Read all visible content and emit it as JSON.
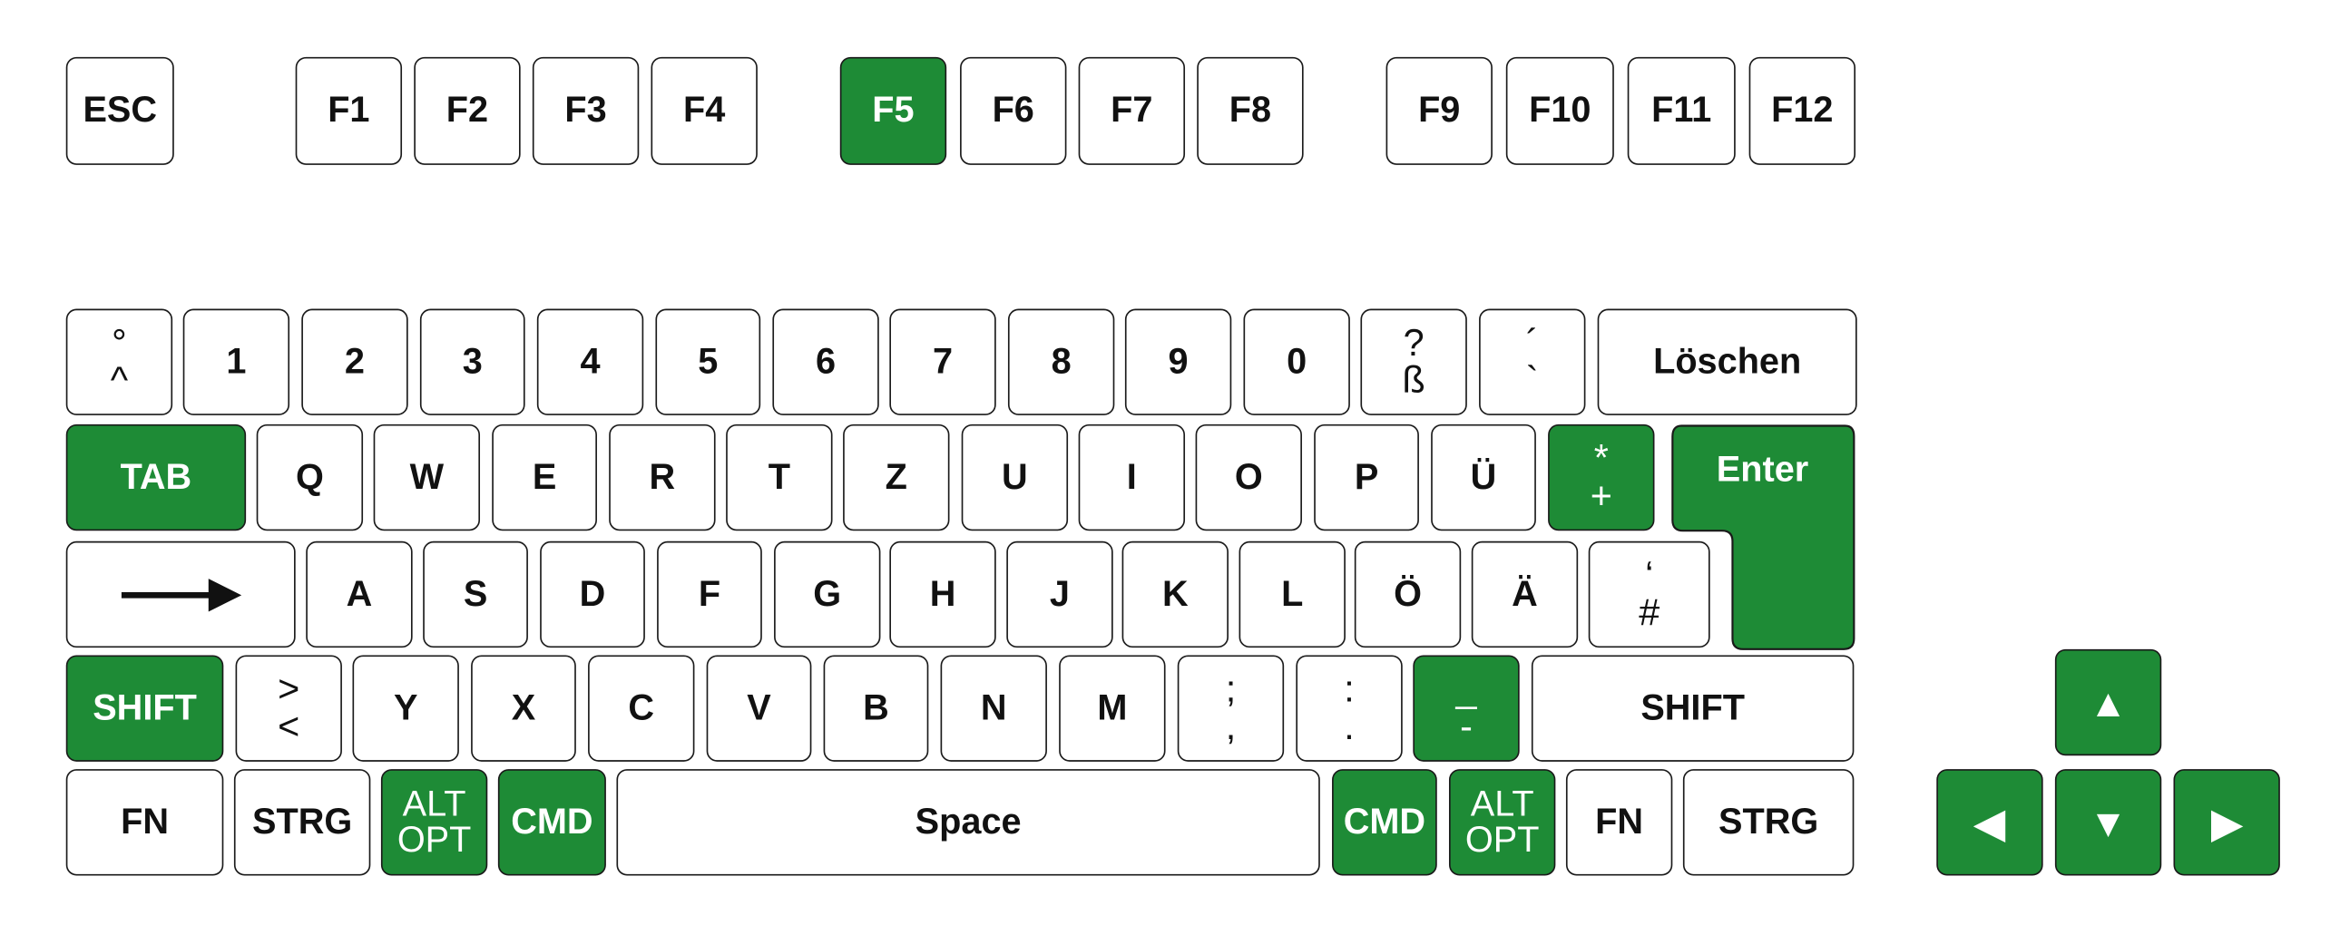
{
  "colors": {
    "highlight": "#1e8b36",
    "key": "#ffffff",
    "border": "#1a1a1a"
  },
  "function_row": [
    {
      "label": "ESC",
      "hl": false
    },
    {
      "label": "F1",
      "hl": false
    },
    {
      "label": "F2",
      "hl": false
    },
    {
      "label": "F3",
      "hl": false
    },
    {
      "label": "F4",
      "hl": false
    },
    {
      "label": "F5",
      "hl": true
    },
    {
      "label": "F6",
      "hl": false
    },
    {
      "label": "F7",
      "hl": false
    },
    {
      "label": "F8",
      "hl": false
    },
    {
      "label": "F9",
      "hl": false
    },
    {
      "label": "F10",
      "hl": false
    },
    {
      "label": "F11",
      "hl": false
    },
    {
      "label": "F12",
      "hl": false
    }
  ],
  "number_row": [
    {
      "top": "°",
      "bottom": "^",
      "hl": false
    },
    {
      "label": "1",
      "hl": false
    },
    {
      "label": "2",
      "hl": false
    },
    {
      "label": "3",
      "hl": false
    },
    {
      "label": "4",
      "hl": false
    },
    {
      "label": "5",
      "hl": false
    },
    {
      "label": "6",
      "hl": false
    },
    {
      "label": "7",
      "hl": false
    },
    {
      "label": "8",
      "hl": false
    },
    {
      "label": "9",
      "hl": false
    },
    {
      "label": "0",
      "hl": false
    },
    {
      "top": "?",
      "bottom": "ß",
      "hl": false
    },
    {
      "top": "´",
      "bottom": "`",
      "hl": false
    },
    {
      "label": "Löschen",
      "hl": false
    }
  ],
  "qwertz_row": [
    {
      "label": "TAB",
      "hl": true
    },
    {
      "label": "Q",
      "hl": false
    },
    {
      "label": "W",
      "hl": false
    },
    {
      "label": "E",
      "hl": false
    },
    {
      "label": "R",
      "hl": false
    },
    {
      "label": "T",
      "hl": false
    },
    {
      "label": "Z",
      "hl": false
    },
    {
      "label": "U",
      "hl": false
    },
    {
      "label": "I",
      "hl": false
    },
    {
      "label": "O",
      "hl": false
    },
    {
      "label": "P",
      "hl": false
    },
    {
      "label": "Ü",
      "hl": false
    },
    {
      "top": "*",
      "bottom": "+",
      "hl": true
    }
  ],
  "enter": {
    "label": "Enter",
    "hl": true
  },
  "home_row": [
    {
      "icon": "caps-arrow-icon",
      "hl": false
    },
    {
      "label": "A",
      "hl": false
    },
    {
      "label": "S",
      "hl": false
    },
    {
      "label": "D",
      "hl": false
    },
    {
      "label": "F",
      "hl": false
    },
    {
      "label": "G",
      "hl": false
    },
    {
      "label": "H",
      "hl": false
    },
    {
      "label": "J",
      "hl": false
    },
    {
      "label": "K",
      "hl": false
    },
    {
      "label": "L",
      "hl": false
    },
    {
      "label": "Ö",
      "hl": false
    },
    {
      "label": "Ä",
      "hl": false
    },
    {
      "top": "‘",
      "bottom": "#",
      "hl": false
    }
  ],
  "shift_row": [
    {
      "label": "SHIFT",
      "hl": true
    },
    {
      "top": ">",
      "bottom": "<",
      "hl": false
    },
    {
      "label": "Y",
      "hl": false
    },
    {
      "label": "X",
      "hl": false
    },
    {
      "label": "C",
      "hl": false
    },
    {
      "label": "V",
      "hl": false
    },
    {
      "label": "B",
      "hl": false
    },
    {
      "label": "N",
      "hl": false
    },
    {
      "label": "M",
      "hl": false
    },
    {
      "top": ";",
      "bottom": ",",
      "hl": false
    },
    {
      "top": ":",
      "bottom": ".",
      "hl": false
    },
    {
      "top": "_",
      "bottom": "-",
      "hl": true
    },
    {
      "label": "SHIFT",
      "hl": false
    }
  ],
  "bottom_row": [
    {
      "label": "FN",
      "hl": false
    },
    {
      "label": "STRG",
      "hl": false
    },
    {
      "top": "ALT",
      "bottom": "OPT",
      "hl": true
    },
    {
      "label": "CMD",
      "hl": true
    },
    {
      "label": "Space",
      "hl": false
    },
    {
      "label": "CMD",
      "hl": true
    },
    {
      "top": "ALT",
      "bottom": "OPT",
      "hl": true
    },
    {
      "label": "FN",
      "hl": false
    },
    {
      "label": "STRG",
      "hl": false
    }
  ],
  "arrow_keys": [
    {
      "label": "▲",
      "name": "arrow-up",
      "hl": true
    },
    {
      "label": "◀",
      "name": "arrow-left",
      "hl": true
    },
    {
      "label": "▼",
      "name": "arrow-down",
      "hl": true
    },
    {
      "label": "▶",
      "name": "arrow-right",
      "hl": true
    }
  ]
}
